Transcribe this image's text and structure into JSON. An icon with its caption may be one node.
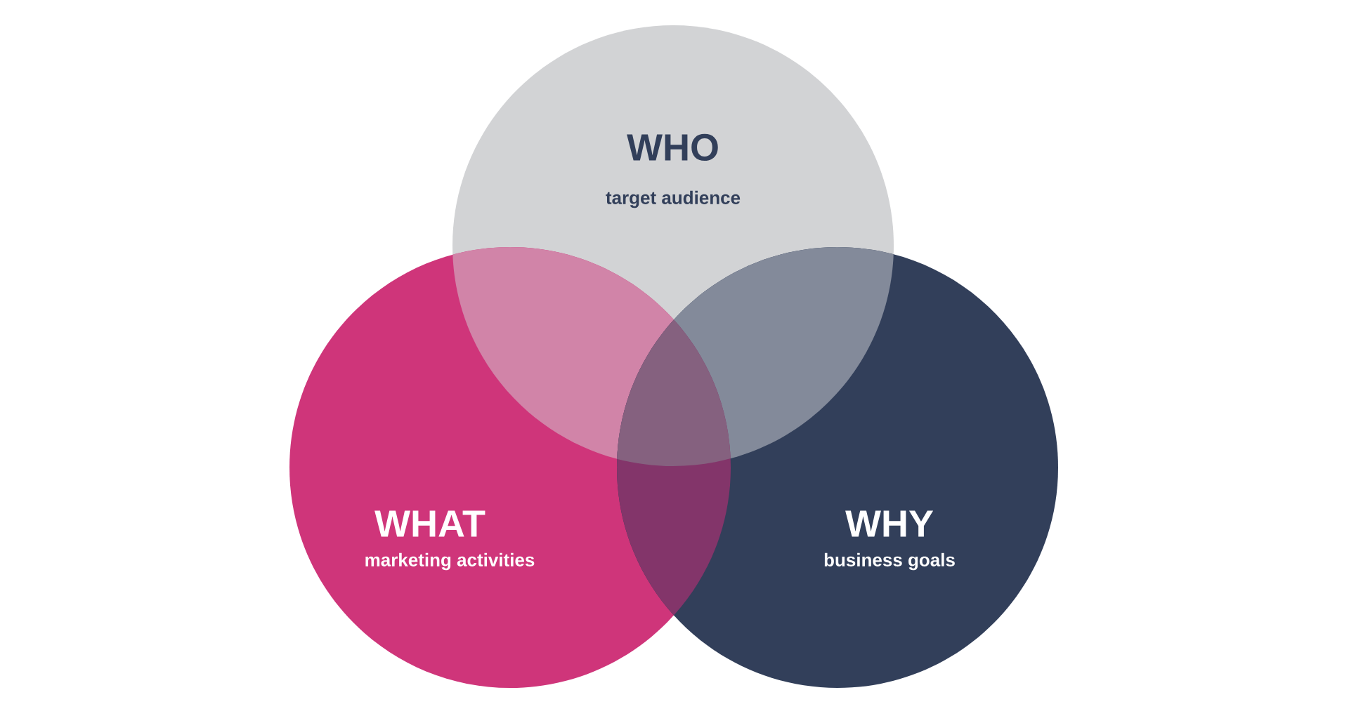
{
  "diagram": {
    "nodes": [
      {
        "text": [
          "WHO",
          "target audience"
        ]
      },
      {
        "text": [
          "WHAT",
          "marketing activities"
        ]
      },
      {
        "text": [
          "WHY",
          "business goals"
        ]
      }
    ],
    "edges": []
  }
}
